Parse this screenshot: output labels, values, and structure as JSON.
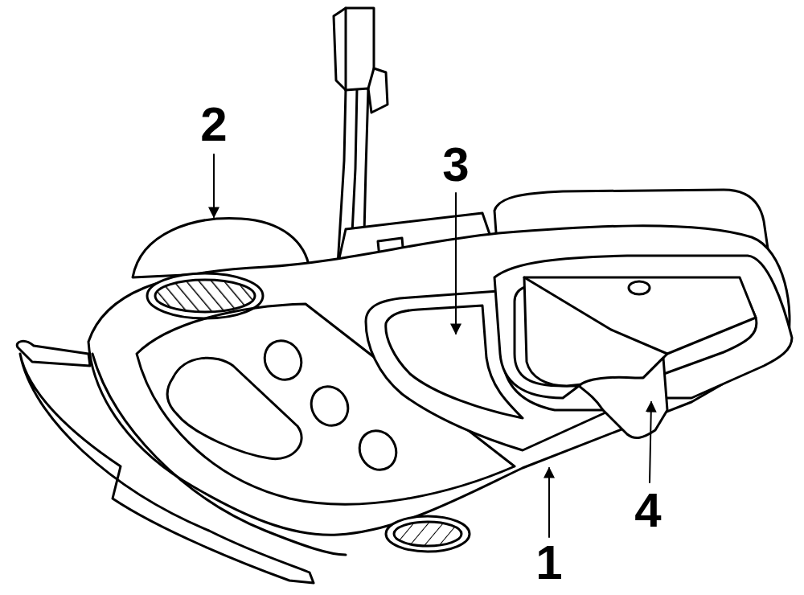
{
  "diagram": {
    "labels": [
      "2",
      "3",
      "4",
      "1"
    ]
  }
}
